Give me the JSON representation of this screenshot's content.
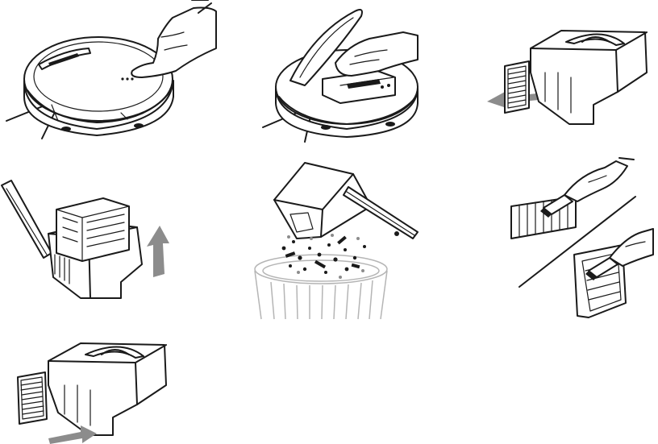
{
  "figure": {
    "kind": "line-art instruction illustration",
    "steps": [
      {
        "id": 1,
        "icon": "press-button-on-robot-icon"
      },
      {
        "id": 2,
        "icon": "open-lid-remove-dustbin-icon"
      },
      {
        "id": 3,
        "icon": "pull-out-filter-icon"
      },
      {
        "id": 4,
        "icon": "open-dustbin-lift-screen-icon"
      },
      {
        "id": 5,
        "icon": "empty-dustbin-icon"
      },
      {
        "id": 6,
        "icon": "brush-clean-filters-icon"
      },
      {
        "id": 7,
        "icon": "reinsert-filter-icon"
      }
    ],
    "colors": {
      "line": "#1a1a1a",
      "arrow": "#8c8c8c",
      "ghost": "#b5b5b5",
      "background": "#ffffff"
    }
  }
}
